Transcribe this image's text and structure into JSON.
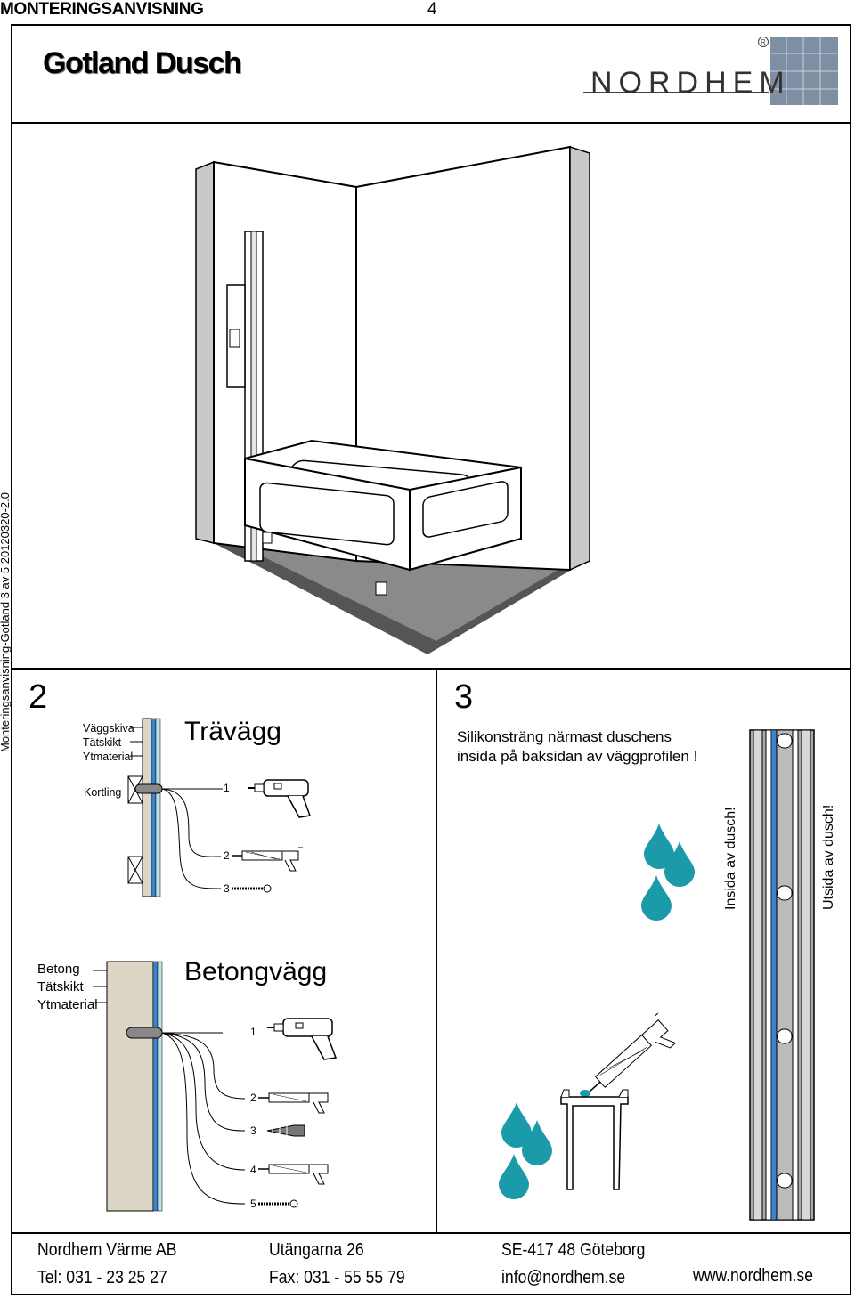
{
  "header": {
    "title": "MONTERINGSANVISNING",
    "page_number": "4"
  },
  "product_title": "Gotland Dusch",
  "brand": {
    "name": "NORDHEM"
  },
  "side_note": "Monteringsanvisning-Gotland 3 av 5 20120320-2.0",
  "step2": {
    "number": "2",
    "wood": {
      "heading": "Trävägg",
      "layers": [
        "Väggskiva",
        "Tätskikt",
        "Ytmaterial"
      ],
      "kortling": "Kortling",
      "steps": [
        "1",
        "2",
        "3"
      ]
    },
    "concrete": {
      "heading": "Betongvägg",
      "layers": [
        "Betong",
        "Tätskikt",
        "Ytmaterial"
      ],
      "steps": [
        "1",
        "2",
        "3",
        "4",
        "5"
      ]
    }
  },
  "step3": {
    "number": "3",
    "text_line1": "Silikonsträng närmast duschens",
    "text_line2": "insida på baksidan av väggprofilen !",
    "inside_label": "Insida av dusch!",
    "outside_label": "Utsida av dusch!"
  },
  "footer": {
    "company": "Nordhem Värme AB",
    "street": "Utängarna 26",
    "city": "SE-417 48 Göteborg",
    "tel": "Tel: 031 - 23 25 27",
    "fax": "Fax: 031 - 55 55 79",
    "email": "info@nordhem.se",
    "web": "www.nordhem.se"
  },
  "colors": {
    "drop": "#1b9aa9",
    "profile_blue": "#3a85c9",
    "concrete": "#ddd6c6"
  }
}
